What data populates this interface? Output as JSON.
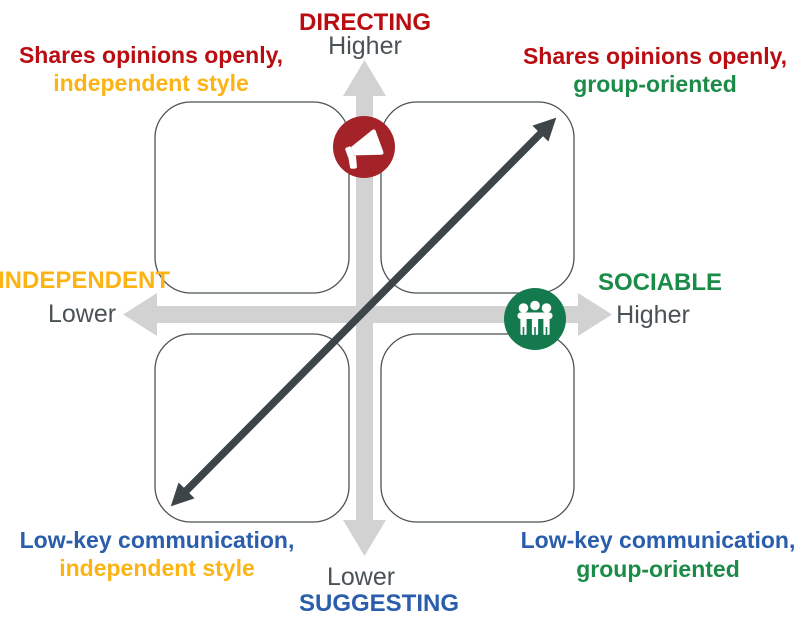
{
  "title": "Communication style quadrant diagram",
  "axes": {
    "top": {
      "title": "DIRECTING",
      "level": "Higher"
    },
    "bottom": {
      "title": "SUGGESTING",
      "level": "Lower"
    },
    "left": {
      "title": "INDEPENDENT",
      "level": "Lower"
    },
    "right": {
      "title": "SOCIABLE",
      "level": "Higher"
    }
  },
  "quadrants": {
    "top_left": {
      "line1": "Shares opinions openly,",
      "line2": "independent style"
    },
    "top_right": {
      "line1": "Shares opinions openly,",
      "line2": "group-oriented"
    },
    "bottom_left": {
      "line1": "Low-key communication,",
      "line2": "independent style"
    },
    "bottom_right": {
      "line1": "Low-key communication,",
      "line2": "group-oriented"
    }
  },
  "icons": {
    "directing_icon": "megaphone-icon",
    "sociable_icon": "people-group-icon"
  },
  "colors": {
    "red": "#b90d12",
    "yellow": "#fcb415",
    "green": "#1b8b48",
    "blue": "#2a5dab",
    "gray_text": "#4a5256",
    "axis_gray": "#d2d2d2",
    "diagonal_arrow": "#3d4549",
    "box_border": "#4b5357",
    "red_circle": "#a32329",
    "green_circle": "#15794e"
  }
}
